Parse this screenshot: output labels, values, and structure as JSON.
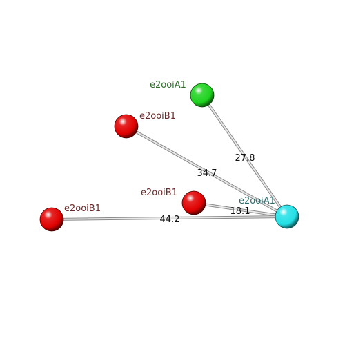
{
  "colors": {
    "center": "#22e0e6",
    "green": "#1ed21e",
    "red": "#e00000",
    "label_green": "#2e6b2a",
    "label_red": "#6b2a2a",
    "label_cyan": "#2a6b6b",
    "bond": "#b8b8b8"
  },
  "nodes": [
    {
      "id": "center",
      "label": "e2ooiA1",
      "color": "center",
      "label_color": "label_cyan"
    },
    {
      "id": "green",
      "label": "e2ooiA1",
      "color": "green",
      "label_color": "label_green"
    },
    {
      "id": "red_top",
      "label": "e2ooiB1",
      "color": "red",
      "label_color": "label_red"
    },
    {
      "id": "red_mid",
      "label": "e2ooiB1",
      "color": "red",
      "label_color": "label_red"
    },
    {
      "id": "red_left",
      "label": "e2ooiB1",
      "color": "red",
      "label_color": "label_red"
    }
  ],
  "edges": [
    {
      "from": "green",
      "to": "center",
      "distance": "27.8"
    },
    {
      "from": "red_top",
      "to": "center",
      "distance": "34.7"
    },
    {
      "from": "red_mid",
      "to": "center",
      "distance": "18.1"
    },
    {
      "from": "red_left",
      "to": "center",
      "distance": "44.2"
    }
  ]
}
